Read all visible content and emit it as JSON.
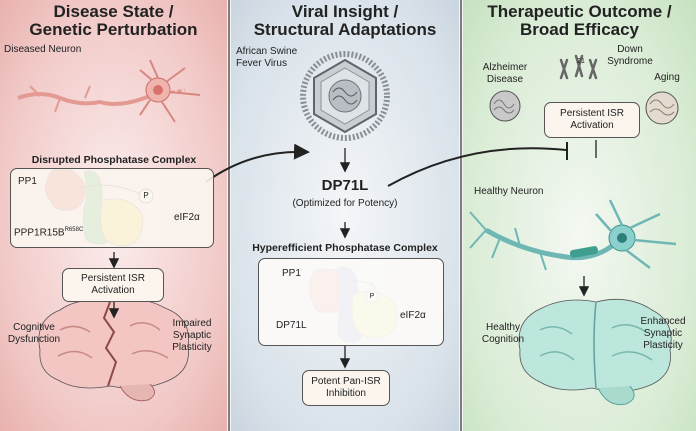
{
  "panels": {
    "left": {
      "title_line1": "Disease State /",
      "title_line2": "Genetic Perturbation",
      "diseased_neuron": "Diseased Neuron",
      "complex_heading": "Disrupted Phosphatase Complex",
      "pp1": "PP1",
      "ppp1r15b": "PPP1R15B",
      "mutation": "R658C",
      "eif2a": "eIF2α",
      "p_label": "P",
      "isr_line1": "Persistent ISR",
      "isr_line2": "Activation",
      "cognitive_line1": "Cognitive",
      "cognitive_line2": "Dysfunction",
      "impaired_line1": "Impaired",
      "impaired_line2": "Synaptic",
      "impaired_line3": "Plasticity"
    },
    "middle": {
      "title_line1": "Viral Insight /",
      "title_line2": "Structural Adaptations",
      "virus_line1": "African Swine",
      "virus_line2": "Fever Virus",
      "dp71l": "DP71L",
      "optimized": "(Optimized for Potency)",
      "complex_heading": "Hyperefficient Phosphatase Complex",
      "pp1": "PP1",
      "dp71l_small": "DP71L",
      "eif2a": "eIF2α",
      "p_label": "P",
      "inhibition_line1": "Potent Pan-ISR",
      "inhibition_line2": "Inhibition"
    },
    "right": {
      "title_line1": "Therapeutic Outcome /",
      "title_line2": "Broad Efficacy",
      "alzheimer_line1": "Alzheimer",
      "alzheimer_line2": "Disease",
      "down_line1": "Down",
      "down_line2": "Syndrome",
      "aging": "Aging",
      "isr_line1": "Persistent ISR",
      "isr_line2": "Activation",
      "healthy_neuron": "Healthy Neuron",
      "cognition_line1": "Healthy",
      "cognition_line2": "Cognition",
      "enhanced_line1": "Enhanced",
      "enhanced_line2": "Synaptic",
      "enhanced_line3": "Plasticity",
      "chromosome_number": "21"
    }
  },
  "colors": {
    "pp1": "#e8452c",
    "ppp1r15b": "#2bb24a",
    "eif2a": "#f4dc1e",
    "dp71l": "#4a5bd0",
    "brain_disease": "#f3c6c3",
    "brain_healthy": "#bde6dc",
    "neuron_healthy": "#7fc4c4",
    "neuron_disease": "#e9a09a"
  }
}
